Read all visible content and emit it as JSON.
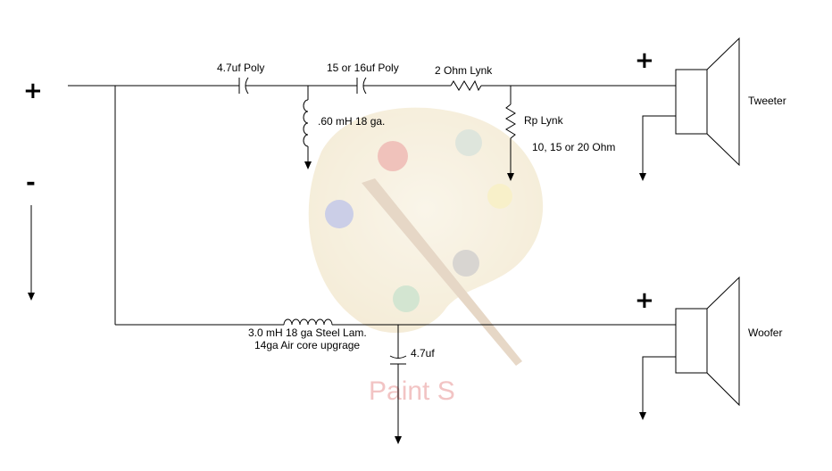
{
  "terminals": {
    "plus": "+",
    "minus": "-"
  },
  "tweeter_section": {
    "cap1_label": "4.7uf Poly",
    "cap2_label": "15 or 16uf Poly",
    "inductor_label": ".60 mH 18 ga.",
    "series_resistor_label": "2 Ohm Lynk",
    "parallel_resistor_label": "Rp   Lynk",
    "parallel_resistor_values": "10, 15 or 20 Ohm",
    "speaker_plus": "+",
    "speaker_label": "Tweeter"
  },
  "woofer_section": {
    "inductor_label_line1": "3.0 mH 18 ga Steel Lam.",
    "inductor_label_line2": "14ga Air core upgrage",
    "cap_label": "4.7uf",
    "speaker_plus": "+",
    "speaker_label": "Woofer"
  },
  "watermark": {
    "text": "Paint S"
  }
}
